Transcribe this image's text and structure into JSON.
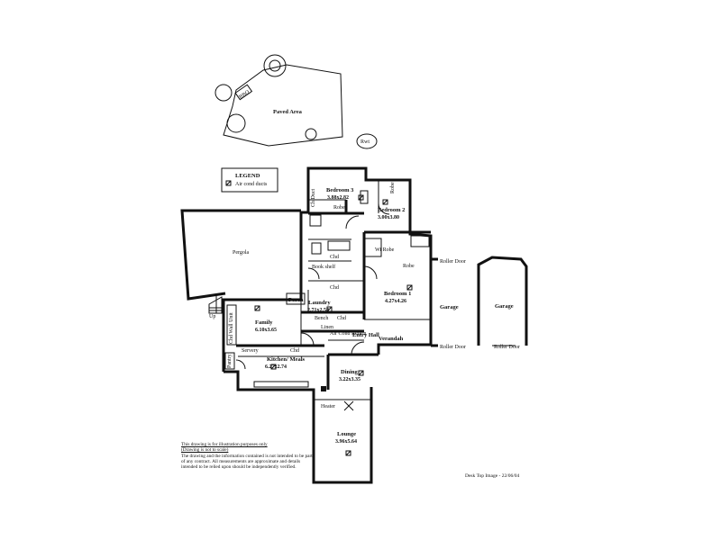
{
  "legend": {
    "title": "LEGEND",
    "item": "Air cond ducts"
  },
  "outdoor": {
    "paved_area": "Paved Area",
    "bbq": "BBQ",
    "rwt": "Rwt",
    "pergola": "Pergola",
    "up": "Up"
  },
  "rooms": {
    "bedroom3": {
      "name": "Bedroom 3",
      "dims": "3.88x2.82"
    },
    "bedroom2": {
      "name": "Bedroom 2",
      "dims": "3.00x3.80"
    },
    "bedroom1": {
      "name": "Bedroom 1",
      "dims": "4.27x4.26"
    },
    "family": {
      "name": "Family",
      "dims": "6.10x3.65"
    },
    "laundry": {
      "name": "Laundry",
      "dims": "2.71x2.58"
    },
    "kitchen": {
      "name": "Kitchen/ Meals",
      "dims": "6.27x2.74"
    },
    "dining": {
      "name": "Dining",
      "dims": "3.22x3.35"
    },
    "lounge": {
      "name": "Lounge",
      "dims": "3.96x5.64"
    }
  },
  "labels": {
    "robe": "Robe",
    "ch_duct": "Ch Duct",
    "chd": "Chd",
    "bookshelf": "Book shelf",
    "porch": "Porch",
    "bench": "Bench",
    "linen": "Linen",
    "air_cond_return": "Air Cond Return",
    "entry_hall": "Entry Hall",
    "verandah": "Verandah",
    "wi_robe": "Wi Robe",
    "servery": "Servery",
    "pantry": "Pantry",
    "chd_wall_unit": "Chd Wall Unit",
    "garage": "Garage",
    "roller_door": "Roller Door",
    "heater": "Heater"
  },
  "disclaimer": {
    "line1": "This drawing is for illustration purposes only",
    "line2": "(Drawing is not to scale)",
    "body": "The drawing and the information contained is not intended to be part of any contract. All measurements are approximate and details intended to be relied upon should be independently verified."
  },
  "stamp": "Desk Top Image - 22/06/04"
}
